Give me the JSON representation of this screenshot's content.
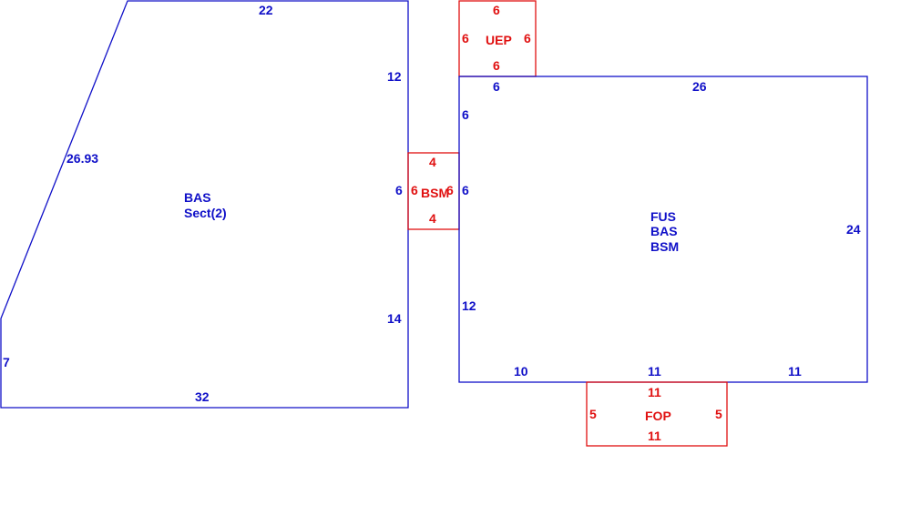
{
  "colors": {
    "main": "#1010c8",
    "accent": "#e01010",
    "background": "#ffffff"
  },
  "bas_sect2": {
    "name_line1": "BAS",
    "name_line2": "Sect(2)",
    "top": "22",
    "right_upper": "12",
    "right_middle": "6",
    "right_lower": "14",
    "diagonal": "26.93",
    "left": "7",
    "bottom": "32"
  },
  "bsm_connector": {
    "name": "BSM",
    "top": "4",
    "bottom": "4",
    "left": "6",
    "right": "6"
  },
  "uep": {
    "name": "UEP",
    "top": "6",
    "bottom": "6",
    "left": "6",
    "right": "6"
  },
  "fus_bas_bsm": {
    "name_line1": "FUS",
    "name_line2": "BAS",
    "name_line3": "BSM",
    "top_left": "6",
    "top_right": "26",
    "left_upper": "6",
    "left_middle": "6",
    "left_lower": "12",
    "right": "24",
    "bottom_left": "10",
    "bottom_middle": "11",
    "bottom_right": "11"
  },
  "fop": {
    "name": "FOP",
    "top": "11",
    "bottom": "11",
    "left": "5",
    "right": "5"
  }
}
